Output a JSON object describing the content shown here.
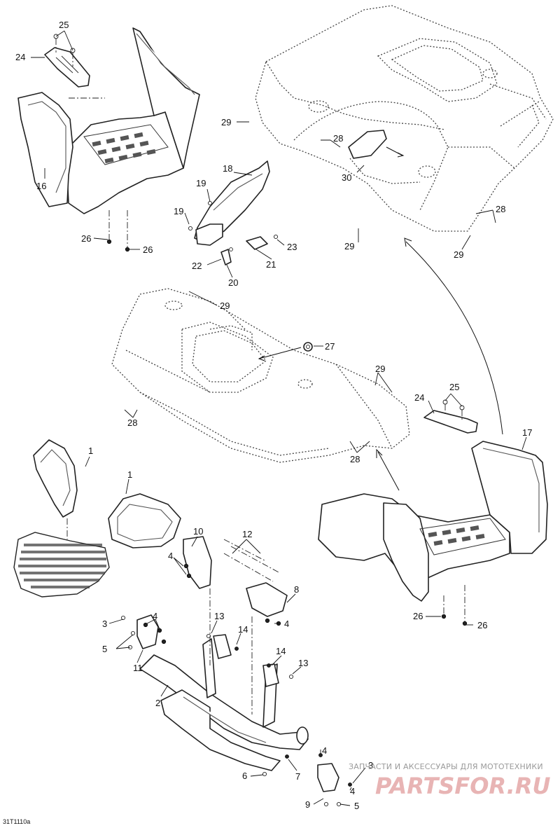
{
  "diagram_id": "31T1110a",
  "watermark": {
    "tagline": "ЗАПЧАСТИ И АКСЕССУАРЫ ДЛЯ МОТОТЕХНИКИ",
    "brand": "PARTSFOR.RU"
  },
  "callouts": {
    "c1": "1",
    "c1b": "1",
    "c2": "2",
    "c3": "3",
    "c3b": "3",
    "c4": "4",
    "c4b": "4",
    "c4c": "4",
    "c4d": "4",
    "c4e": "4",
    "c5": "5",
    "c5b": "5",
    "c6": "6",
    "c7": "7",
    "c8": "8",
    "c9": "9",
    "c10": "10",
    "c11": "11",
    "c12": "12",
    "c13": "13",
    "c13b": "13",
    "c14": "14",
    "c14b": "14",
    "c16": "16",
    "c17": "17",
    "c18": "18",
    "c19": "19",
    "c19b": "19",
    "c20": "20",
    "c21": "21",
    "c22": "22",
    "c23": "23",
    "c24": "24",
    "c24b": "24",
    "c25": "25",
    "c25b": "25",
    "c26": "26",
    "c26b": "26",
    "c26c": "26",
    "c26d": "26",
    "c27": "27",
    "c28": "28",
    "c28b": "28",
    "c28c": "28",
    "c28d": "28",
    "c29": "29",
    "c29b": "29",
    "c29c": "29",
    "c29d": "29",
    "c29e": "29",
    "c30": "30"
  }
}
